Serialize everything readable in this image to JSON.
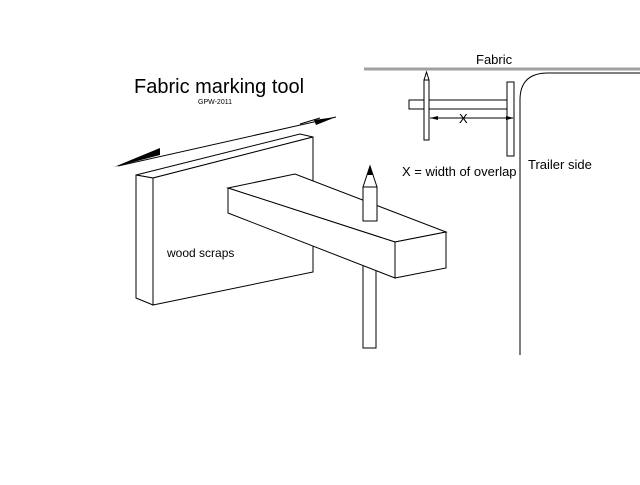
{
  "diagram": {
    "title": "Fabric marking tool",
    "credit": "GPW-2011",
    "labels": {
      "fabric": "Fabric",
      "x": "X",
      "overlap": "X = width of overlap",
      "trailer_side": "Trailer side",
      "wood_scraps": "wood scraps"
    },
    "colors": {
      "line": "#000000",
      "fabric_line": "#a0a0a0",
      "background": "#ffffff"
    }
  }
}
